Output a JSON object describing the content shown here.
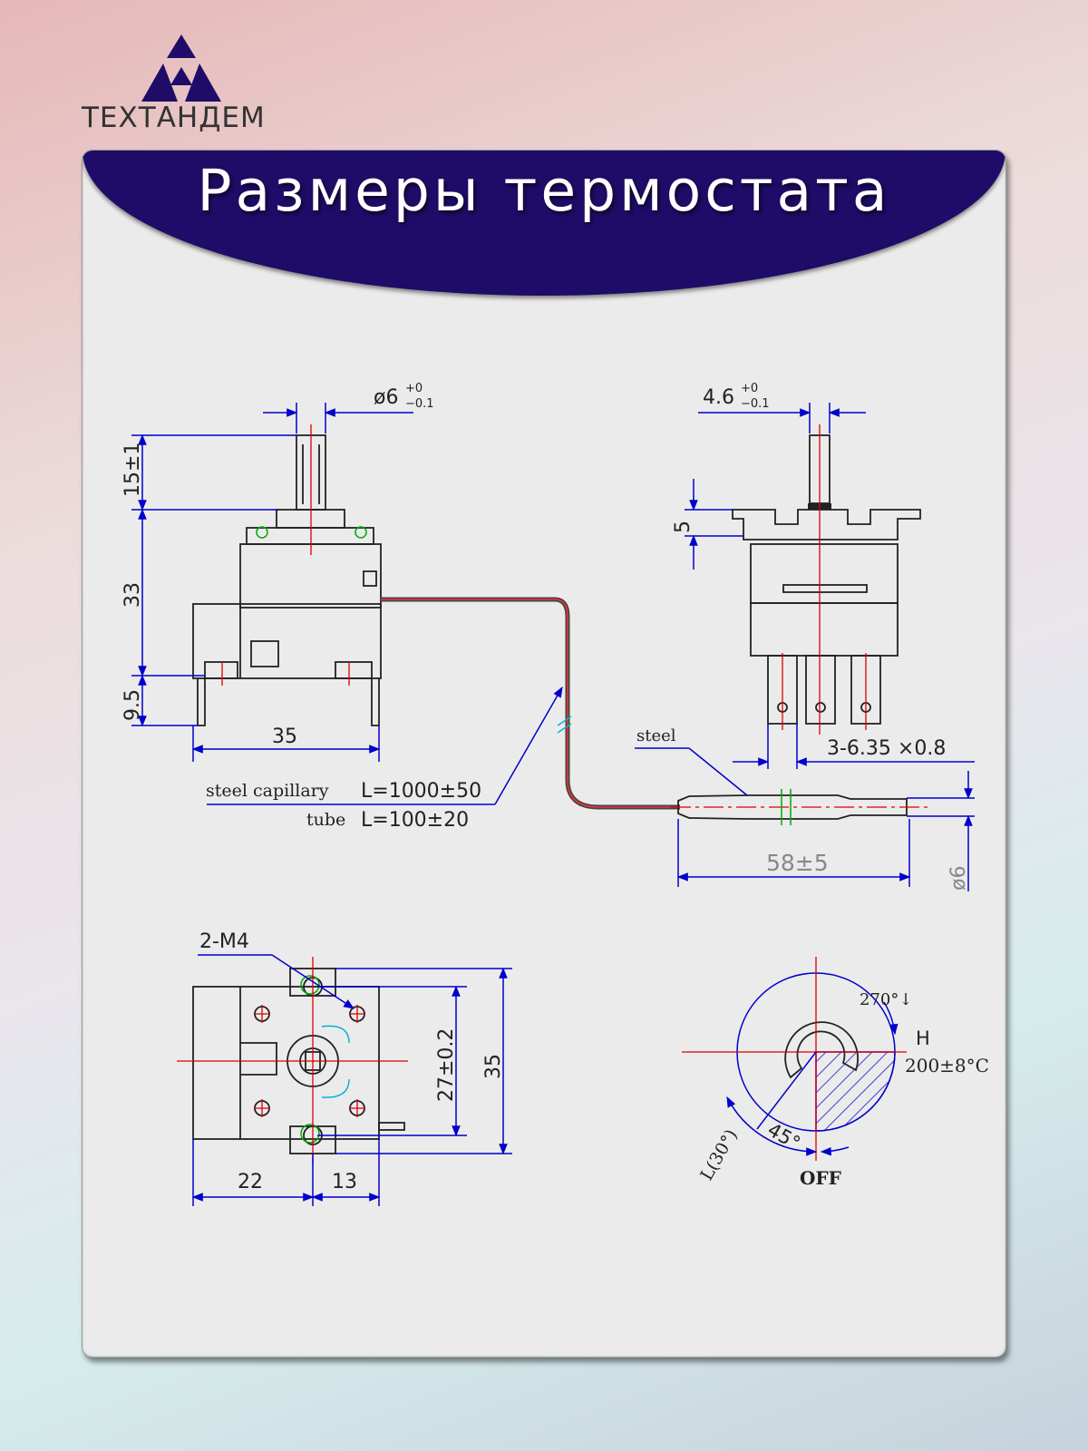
{
  "brand": {
    "name": "ТЕХТАНДЕМ",
    "logo_icon": "triforce-triangle-icon",
    "color": "#1f0c68"
  },
  "header": {
    "title": "Размеры термостата",
    "background": "#1f0c68"
  },
  "drawing": {
    "side_view": {
      "shaft_diameter": "ø6",
      "shaft_tol_upper": "+0",
      "shaft_tol_lower": "−0.1",
      "shaft_height": "15±1",
      "body_height": "33",
      "bracket_height": "9.5",
      "body_width": "35"
    },
    "front_view": {
      "flat_width": "4.6",
      "flat_tol_upper": "+0",
      "flat_tol_lower": "−0.1",
      "bracket_offset": "5",
      "terminals": "3-6.35 ×0.8"
    },
    "capillary": {
      "steel_capillary_label": "steel capillary",
      "steel_capillary_length": "L=1000±50",
      "tube_label": "tube",
      "tube_length": "L=100±20",
      "steel_label": "steel",
      "bulb_length": "58±5",
      "bulb_diameter": "ø6"
    },
    "top_view": {
      "screws": "2-M4",
      "hole_spacing": "27±0.2",
      "height": "35",
      "left_width": "22",
      "right_width": "13"
    },
    "dial": {
      "rotation": "270°↓",
      "high_mark": "H",
      "high_temp": "200±8°C",
      "low_mark": "L(30°)",
      "off_angle": "45°",
      "off_label": "OFF"
    },
    "colors": {
      "dimension": "#0000cc",
      "centerline": "#dd0000",
      "outline": "#222222"
    }
  }
}
